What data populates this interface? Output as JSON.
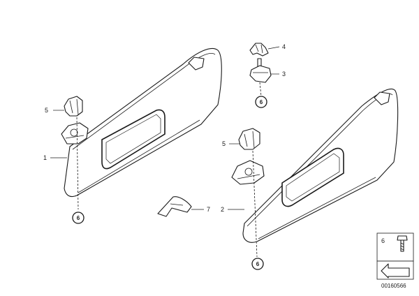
{
  "callouts": {
    "p1": "1",
    "p2": "2",
    "p3": "3",
    "p4": "4",
    "p5_left": "5",
    "p5_right": "5",
    "p7": "7",
    "legend_item": "6"
  },
  "ref_markers": {
    "top": "6",
    "left": "6",
    "right": "6"
  },
  "document_number": "00160566"
}
